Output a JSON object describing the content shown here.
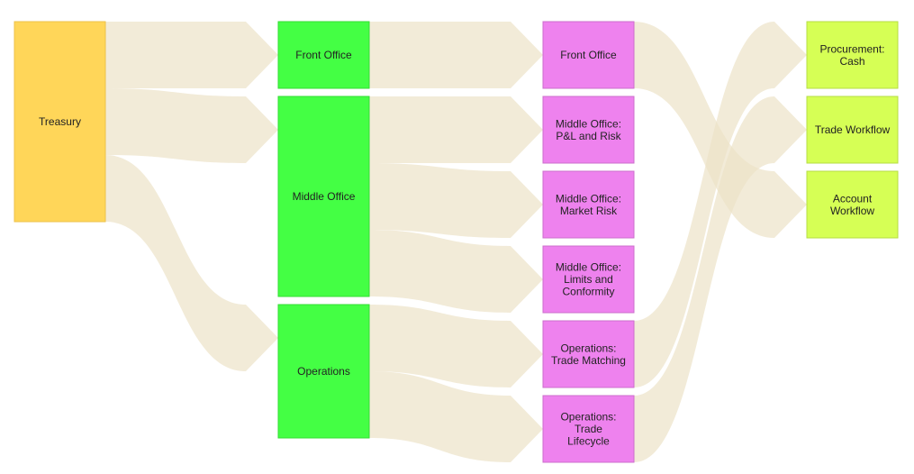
{
  "diagram": {
    "type": "sankey",
    "colors": {
      "flow": "#ece3c8",
      "level_1": "#ffd659",
      "level_2": "#44ff44",
      "level_3": "#ee82ee",
      "level_4": "#d6ff55"
    },
    "nodes": [
      {
        "id": "treasury",
        "lines": [
          "Treasury"
        ],
        "level": 1
      },
      {
        "id": "front-office",
        "lines": [
          "Front Office"
        ],
        "level": 2
      },
      {
        "id": "middle-office",
        "lines": [
          "Middle Office"
        ],
        "level": 2
      },
      {
        "id": "operations",
        "lines": [
          "Operations"
        ],
        "level": 2
      },
      {
        "id": "fo-front-office",
        "lines": [
          "Front Office"
        ],
        "level": 3
      },
      {
        "id": "mo-pnl-risk",
        "lines": [
          "Middle Office:",
          "P&L and Risk"
        ],
        "level": 3
      },
      {
        "id": "mo-market-risk",
        "lines": [
          "Middle Office:",
          "Market Risk"
        ],
        "level": 3
      },
      {
        "id": "mo-limits",
        "lines": [
          "Middle Office:",
          "Limits and",
          "Conformity"
        ],
        "level": 3
      },
      {
        "id": "ops-trade-matching",
        "lines": [
          "Operations:",
          "Trade Matching"
        ],
        "level": 3
      },
      {
        "id": "ops-trade-lifecycle",
        "lines": [
          "Operations:",
          "Trade",
          "Lifecycle"
        ],
        "level": 3
      },
      {
        "id": "procurement-cash",
        "lines": [
          "Procurement:",
          "Cash"
        ],
        "level": 4
      },
      {
        "id": "trade-workflow",
        "lines": [
          "Trade Workflow"
        ],
        "level": 4
      },
      {
        "id": "account-workflow",
        "lines": [
          "Account",
          "Workflow"
        ],
        "level": 4
      }
    ],
    "links": [
      {
        "from": "treasury",
        "to": "front-office",
        "value": 1
      },
      {
        "from": "treasury",
        "to": "middle-office",
        "value": 1
      },
      {
        "from": "treasury",
        "to": "operations",
        "value": 1
      },
      {
        "from": "front-office",
        "to": "fo-front-office",
        "value": 1
      },
      {
        "from": "middle-office",
        "to": "mo-pnl-risk",
        "value": 1
      },
      {
        "from": "middle-office",
        "to": "mo-market-risk",
        "value": 1
      },
      {
        "from": "middle-office",
        "to": "mo-limits",
        "value": 1
      },
      {
        "from": "operations",
        "to": "ops-trade-matching",
        "value": 1
      },
      {
        "from": "operations",
        "to": "ops-trade-lifecycle",
        "value": 1
      },
      {
        "from": "fo-front-office",
        "to": "account-workflow",
        "value": 1
      },
      {
        "from": "ops-trade-matching",
        "to": "procurement-cash",
        "value": 1
      },
      {
        "from": "ops-trade-lifecycle",
        "to": "trade-workflow",
        "value": 1
      }
    ]
  }
}
